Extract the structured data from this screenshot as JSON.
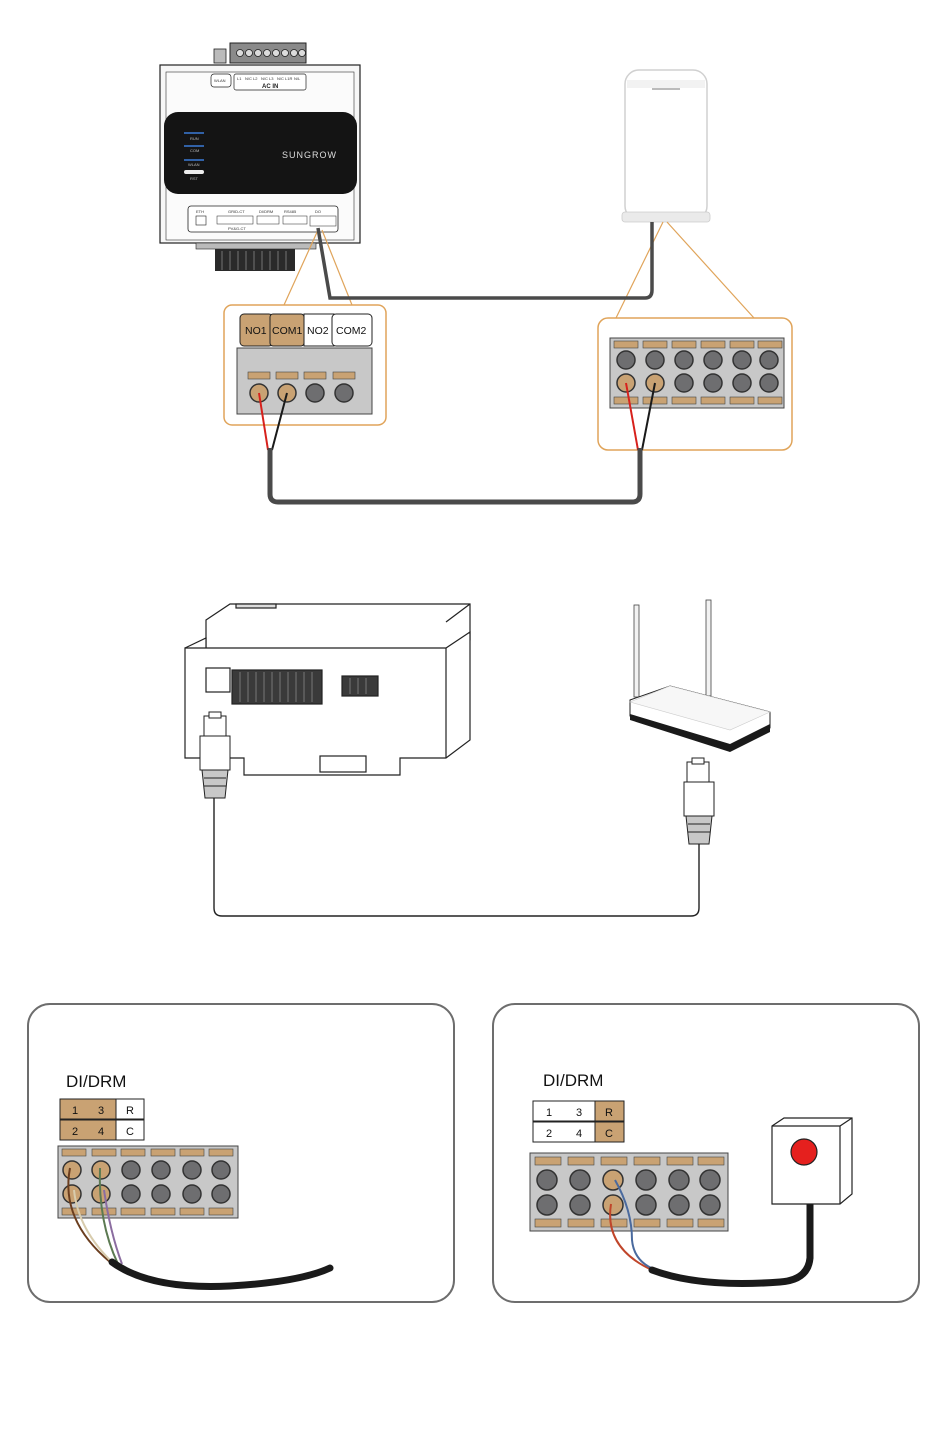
{
  "colors": {
    "accent_tan": "#c9a273",
    "callout_orange": "#e0a45a",
    "terminal_grey": "#6e6e70",
    "block_grey": "#c8c8c8",
    "wire_red": "#d7211c",
    "wire_black": "#1a1a1a",
    "button_red": "#e5201e",
    "panel_border": "#6d6d6d"
  },
  "logger": {
    "brand": "SUNGROW",
    "ac_in_label": "AC IN",
    "wlan_label": "WLAN",
    "led_labels": [
      "RUN",
      "COM",
      "WLAN",
      "RST"
    ],
    "top_pins": [
      "L1",
      "N/C",
      "L2",
      "N/C",
      "L3",
      "N/C",
      "L1R",
      "N/L"
    ],
    "bottom_groups": [
      "ETH",
      "GRID-CT",
      "DI/DRM",
      "RS485",
      "DO"
    ],
    "bottom_sub": "PV&G-CT"
  },
  "relay_terminal": {
    "labels": [
      "NO1",
      "COM1",
      "NO2",
      "COM2"
    ]
  },
  "drm_left": {
    "title": "DI/DRM",
    "row1": [
      "1",
      "3",
      "R"
    ],
    "row2": [
      "2",
      "4",
      "C"
    ]
  },
  "drm_right": {
    "title": "DI/DRM",
    "row1": [
      "1",
      "3",
      "R"
    ],
    "row2": [
      "2",
      "4",
      "C"
    ]
  },
  "icons": [
    "logger-device",
    "wireless-router-tower",
    "logger-side-view",
    "wifi-router",
    "rj45-plug",
    "emergency-stop-button"
  ]
}
